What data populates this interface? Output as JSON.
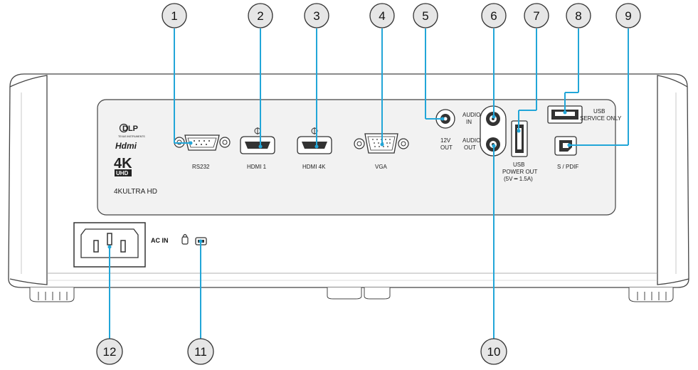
{
  "colors": {
    "callout_line": "#22a6d8",
    "callout_fill": "#e6e6e6",
    "body_outline": "#444444",
    "panel_fill": "#f2f2f2"
  },
  "logos": {
    "dlp": "DLP",
    "dlp_sub": "TEXAS INSTRUMENTS",
    "hdmi": "Hdmi",
    "k4": "4K",
    "uhd": "UHD",
    "ultra_hd": "4KULTRA HD"
  },
  "ports": {
    "rs232": "RS232",
    "hdmi1": "HDMI 1",
    "hdmi4k": "HDMI 4K",
    "vga": "VGA",
    "out12v_line1": "12V",
    "out12v_line2": "OUT",
    "audio_in_line1": "AUDIO",
    "audio_in_line2": "IN",
    "audio_out_line1": "AUDIO",
    "audio_out_line2": "OUT",
    "usb_power_line1": "USB",
    "usb_power_line2": "POWER OUT",
    "usb_power_line3": "(5V ━ 1.5A)",
    "usb_service_line1": "USB",
    "usb_service_line2": "SERVICE ONLY",
    "spdif": "S / PDIF",
    "ac_in": "AC IN"
  },
  "callouts": [
    "1",
    "2",
    "3",
    "4",
    "5",
    "6",
    "7",
    "8",
    "9",
    "10",
    "11",
    "12"
  ]
}
